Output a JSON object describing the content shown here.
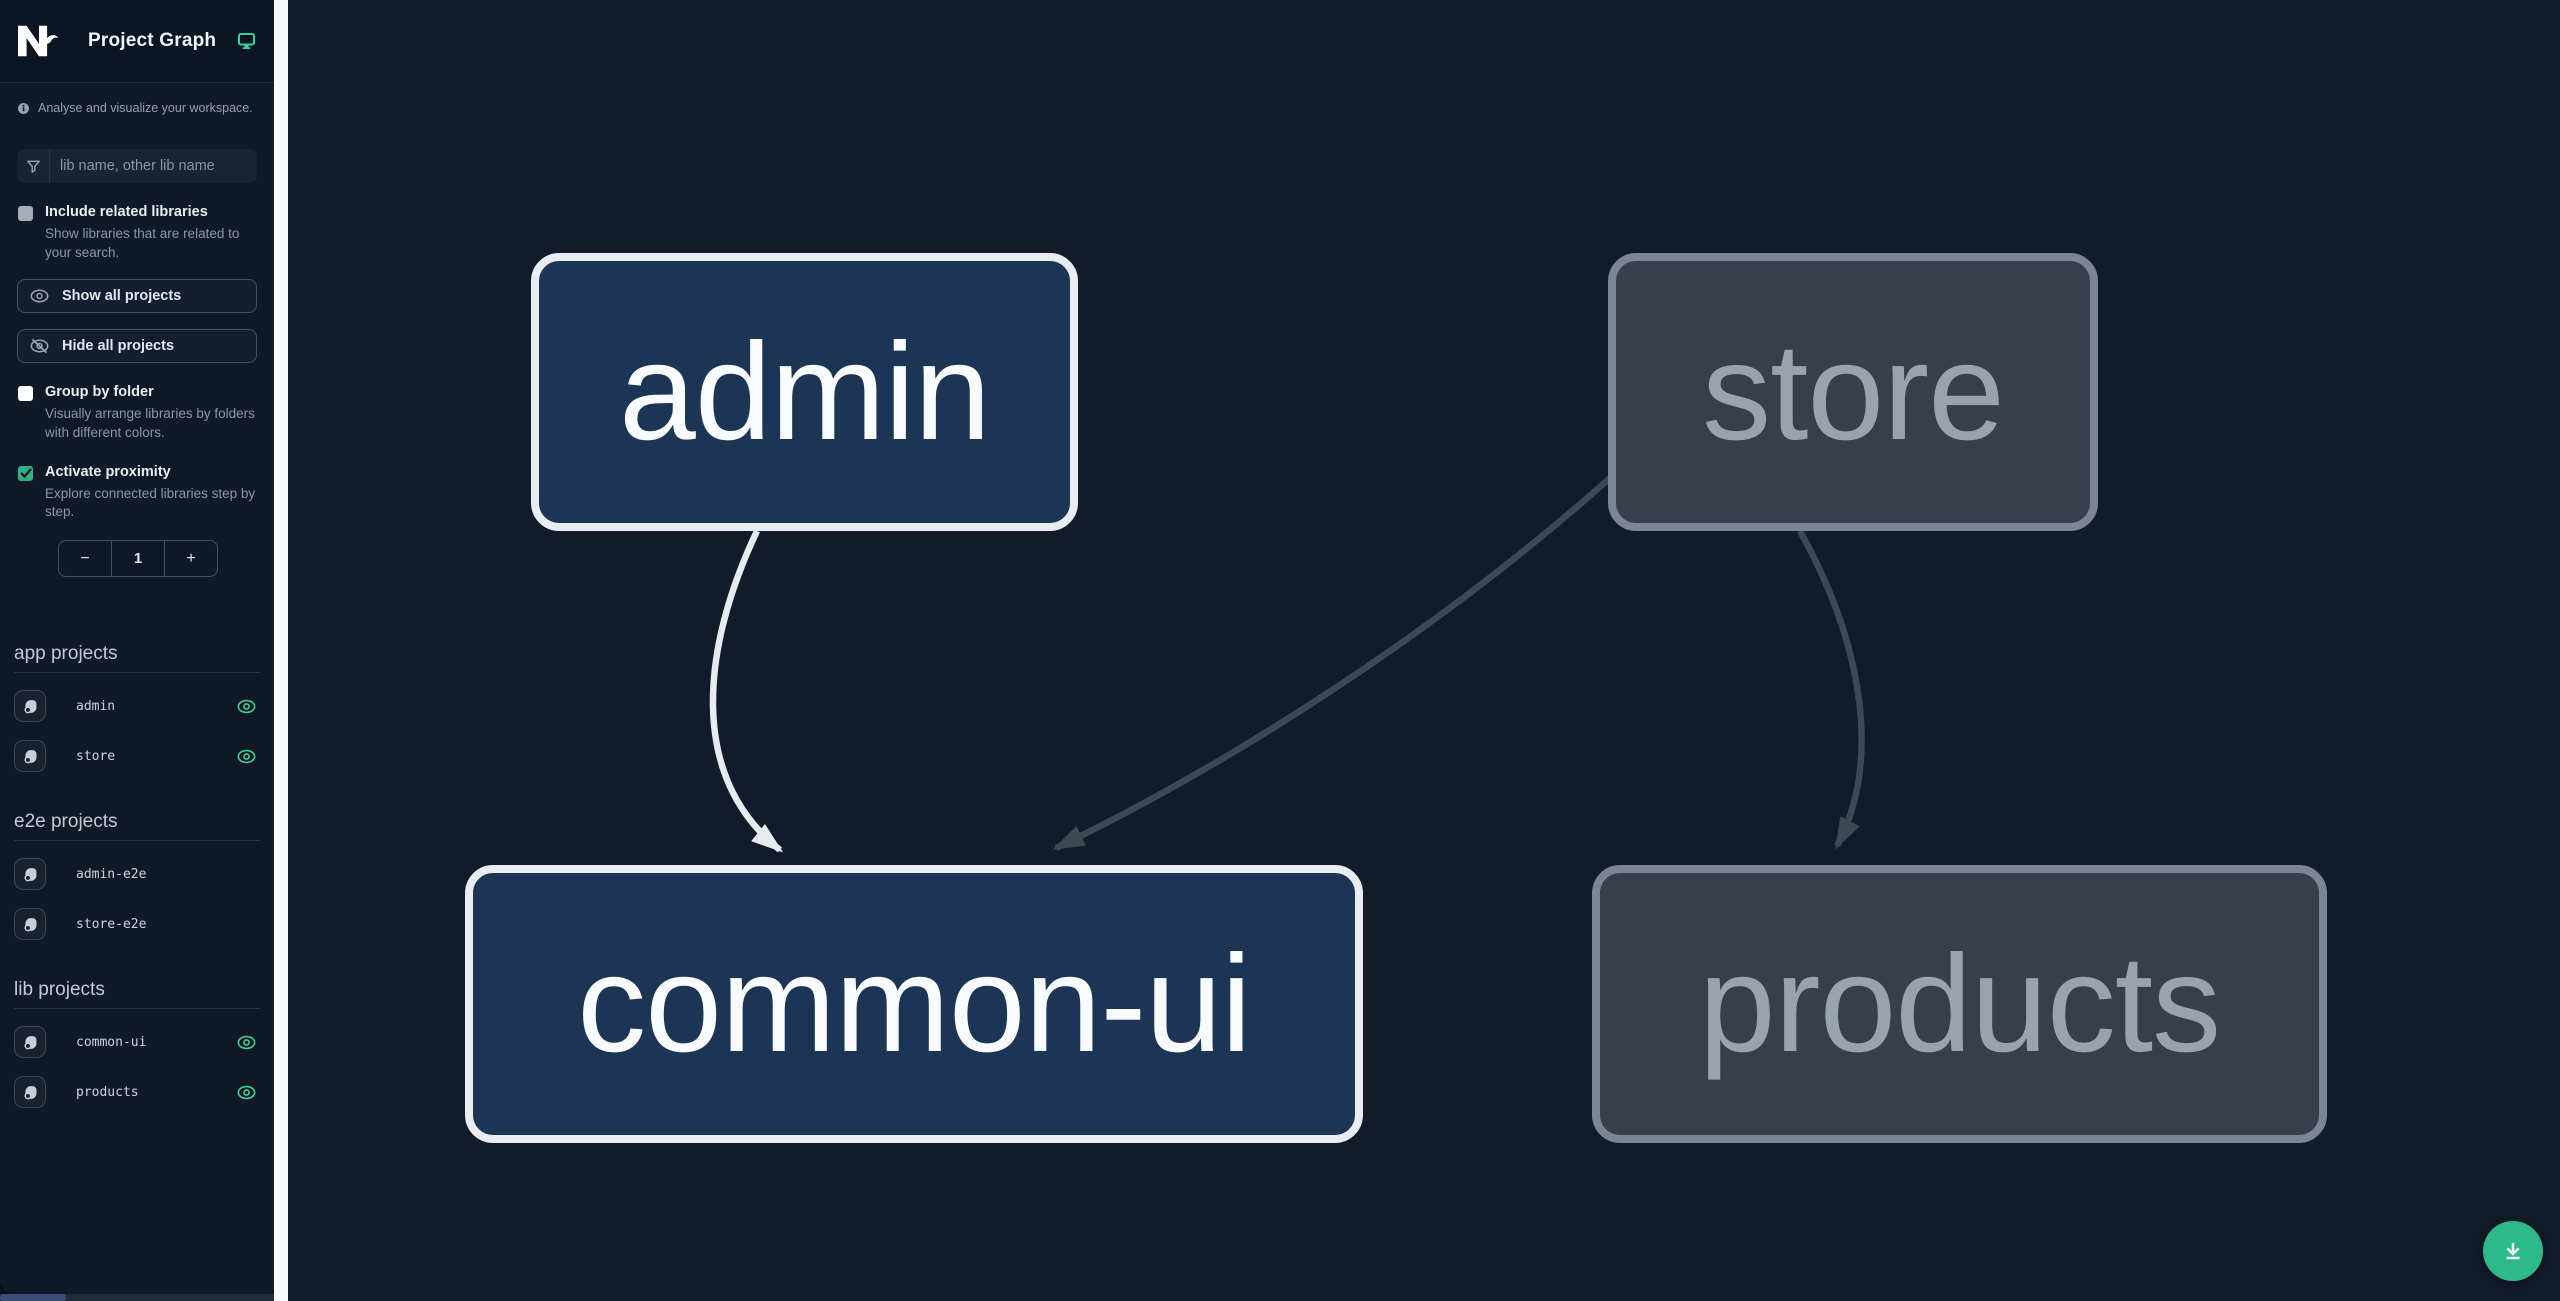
{
  "header": {
    "title": "Project Graph",
    "logo": "nx-logo",
    "theme_icon": "monitor-icon"
  },
  "sidebar": {
    "tagline": "Analyse and visualize your workspace.",
    "search": {
      "placeholder": "lib name, other lib name",
      "value": ""
    },
    "toggles": [
      {
        "label": "Include related libraries",
        "description": "Show libraries that are related to your search.",
        "checked": false
      },
      {
        "label": "Group by folder",
        "description": "Visually arrange libraries by folders with different colors.",
        "checked": false
      },
      {
        "label": "Activate proximity",
        "description": "Explore connected libraries step by step.",
        "checked": true
      }
    ],
    "buttons": {
      "show_all": "Show all projects",
      "hide_all": "Hide all projects"
    },
    "proximity_stepper": {
      "decrement": "−",
      "value": "1",
      "increment": "+"
    },
    "sections": [
      {
        "title": "app projects",
        "items": [
          {
            "name": "admin",
            "visible": true
          },
          {
            "name": "store",
            "visible": true
          }
        ]
      },
      {
        "title": "e2e projects",
        "items": [
          {
            "name": "admin-e2e",
            "visible": false
          },
          {
            "name": "store-e2e",
            "visible": false
          }
        ]
      },
      {
        "title": "lib projects",
        "items": [
          {
            "name": "common-ui",
            "visible": true
          },
          {
            "name": "products",
            "visible": true
          }
        ]
      }
    ]
  },
  "graph": {
    "nodes": [
      {
        "id": "admin",
        "label": "admin",
        "state": "focused"
      },
      {
        "id": "store",
        "label": "store",
        "state": "faded"
      },
      {
        "id": "common-ui",
        "label": "common-ui",
        "state": "focused"
      },
      {
        "id": "products",
        "label": "products",
        "state": "faded"
      }
    ],
    "edges": [
      {
        "source": "admin",
        "target": "common-ui",
        "state": "highlighted"
      },
      {
        "source": "store",
        "target": "common-ui",
        "state": "faded"
      },
      {
        "source": "store",
        "target": "products",
        "state": "faded"
      }
    ]
  },
  "fab": {
    "icon": "download-icon"
  },
  "colors": {
    "accent": "#34d399",
    "eye": "#3ed08e",
    "fab": "#2eb98a",
    "checkbox_checked": "#34b183",
    "sidebar_bg": "#111827",
    "sidebar_header_bg": "#0d1424",
    "canvas_bg": "#131a29",
    "node_focused_fill": "#1c3554",
    "node_focused_border": "#e9ecf0",
    "node_focused_text": "#f8fafc",
    "node_faded_fill": "#383e4c",
    "node_faded_border": "#7d8594",
    "node_faded_text": "#9aa2ae",
    "edge_light": "#e8ebee",
    "edge_faded": "#3f4654"
  }
}
